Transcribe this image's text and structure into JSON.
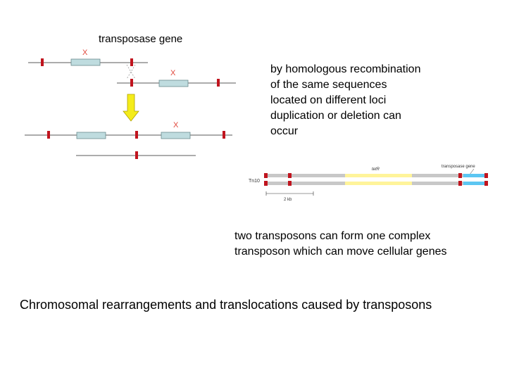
{
  "labels": {
    "transposase_gene": "transposase gene",
    "homologous": [
      "by homologous recombination",
      "of the same sequences",
      "located on different loci",
      "duplication or deletion can",
      "occur"
    ],
    "complex": [
      "two transposons can form one complex",
      "transposon which can move cellular genes"
    ],
    "caption": "Chromosomal rearrangements and translocations caused by transposons"
  },
  "recomb_diagram": {
    "cross_mark": "X"
  },
  "tn10_diagram": {
    "name": "Tn10",
    "gene_label": "tetR",
    "transposase_label": "transposase gene",
    "scale_label": "2 kb"
  },
  "colors": {
    "line": "#7a7a7a",
    "marker": "#c0141e",
    "box_fill": "#bfdcdf",
    "box_stroke": "#6a8a8d",
    "cross": "#e0463a",
    "arrow_fill": "#f4ec1a",
    "arrow_stroke": "#b0a000",
    "tn10_grey": "#c8c8c8",
    "tn10_yellow": "#fff49a",
    "tn10_blue": "#5cc6f2"
  }
}
